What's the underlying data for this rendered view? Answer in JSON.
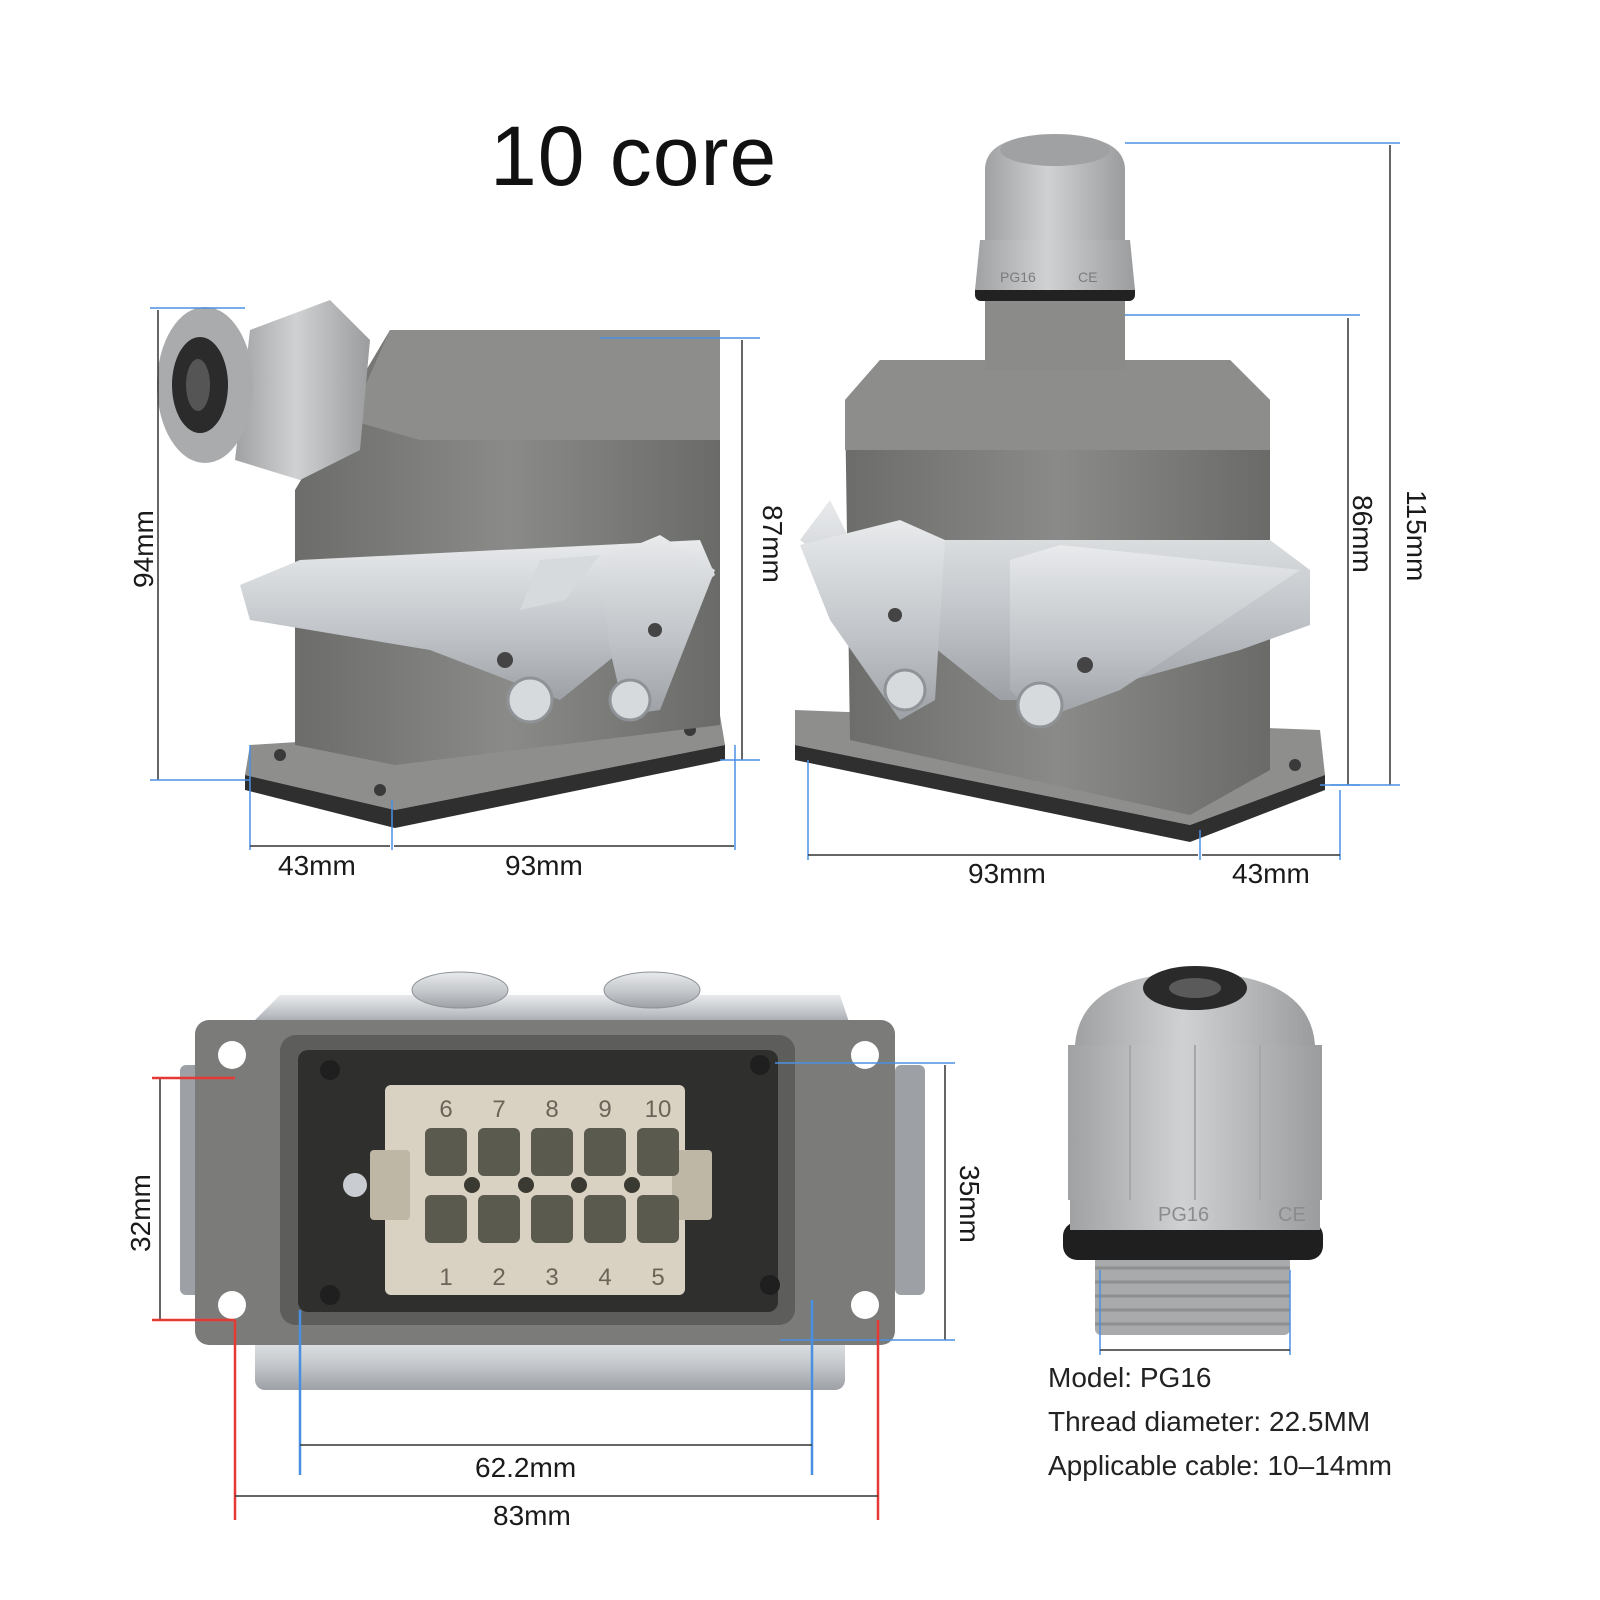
{
  "title": "10 core",
  "dimensions": {
    "left_height": "94mm",
    "left_housing_height": "87mm",
    "left_width_small": "43mm",
    "left_width_large": "93mm",
    "right_housing_height": "86mm",
    "right_total_height": "115mm",
    "right_width_large": "93mm",
    "right_width_small": "43mm",
    "base_left_height": "32mm",
    "base_right_height": "35mm",
    "base_inner_width": "62.2mm",
    "base_outer_width": "83mm"
  },
  "insert": {
    "top_pins": [
      "6",
      "7",
      "8",
      "9",
      "10"
    ],
    "bottom_pins": [
      "1",
      "2",
      "3",
      "4",
      "5"
    ]
  },
  "gland": {
    "marking_left": "PG16",
    "marking_right": "CE"
  },
  "specs": {
    "model_label": "Model:",
    "model_value": "PG16",
    "thread_label": "Thread diameter:",
    "thread_value": "22.5MM",
    "cable_label": "Applicable cable:",
    "cable_value": "10–14mm"
  },
  "colors": {
    "housing": "#7d7e7b",
    "housing_dark": "#5f605d",
    "metal": "#c9ccd0",
    "gland": "#b9bbbd",
    "insert": "#d9d2c2",
    "dim_line_blue": "#4a90e2",
    "dim_line_red": "#e53935"
  }
}
